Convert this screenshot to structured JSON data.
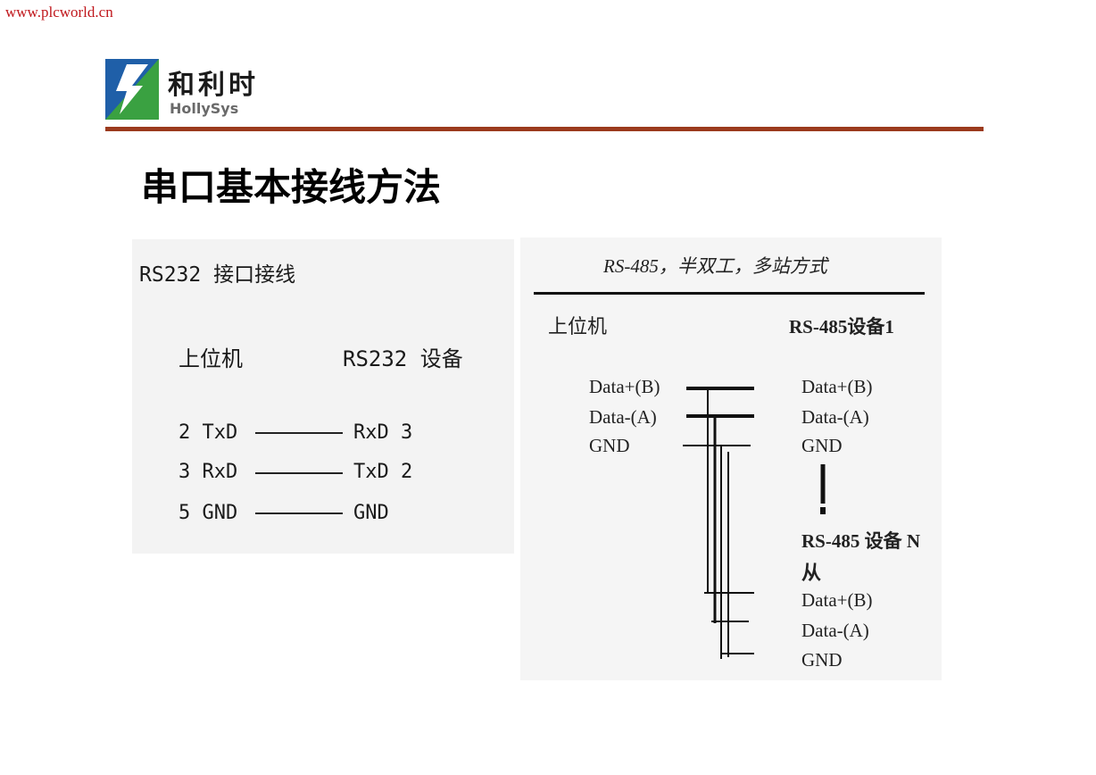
{
  "watermark": "www.plcworld.cn",
  "brand": {
    "cn": "和利时",
    "en": "HollySys"
  },
  "title": "串口基本接线方法",
  "rs232": {
    "heading": "RS232 接口接线",
    "host_label": "上位机",
    "device_label": "RS232 设备",
    "rows": [
      {
        "left": "2 TxD",
        "right": "RxD 3"
      },
      {
        "left": "3 RxD",
        "right": "TxD 2"
      },
      {
        "left": "5 GND",
        "right": "GND"
      }
    ]
  },
  "rs485": {
    "heading": "RS-485，半双工，多站方式",
    "host_label": "上位机",
    "device1_label": "RS-485设备1",
    "deviceN_label_1": "RS-485 设备 N",
    "deviceN_label_2": "从",
    "host_signals": [
      "Data+(B)",
      "Data-(A)",
      "GND"
    ],
    "device1_signals": [
      "Data+(B)",
      "Data-(A)",
      "GND"
    ],
    "deviceN_signals": [
      "Data+(B)",
      "Data-(A)",
      "GND"
    ]
  },
  "colors": {
    "rule": "#9b3a1d",
    "watermark": "#c0171c",
    "logo_blue": "#1f5fa8",
    "logo_green": "#3aa141"
  }
}
